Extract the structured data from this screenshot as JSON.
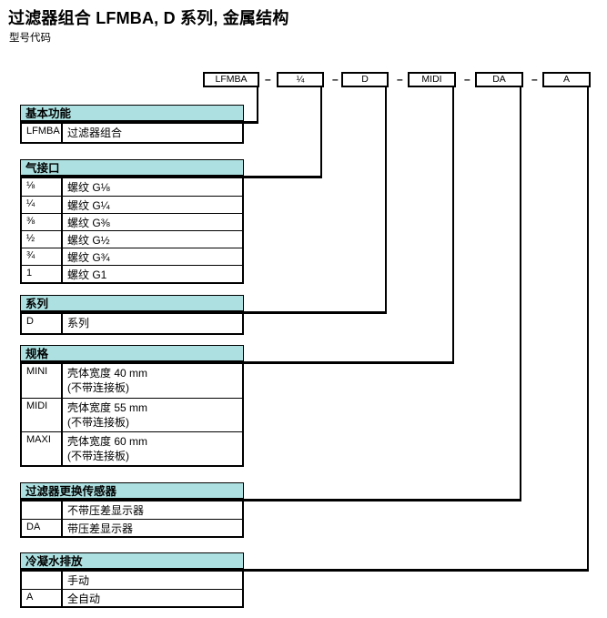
{
  "page": {
    "title": "过滤器组合 LFMBA, D 系列, 金属结构",
    "subtitle": "型号代码"
  },
  "code": {
    "separator": "–",
    "boxes": [
      "LFMBA",
      "¼",
      "D",
      "MIDI",
      "DA",
      "A"
    ]
  },
  "sections": [
    {
      "header": "基本功能",
      "rows": [
        {
          "code": "LFMBA",
          "desc": "过滤器组合"
        }
      ]
    },
    {
      "header": "气接口",
      "rows": [
        {
          "code": "⅛",
          "desc": "螺纹 G⅛"
        },
        {
          "code": "¼",
          "desc": "螺纹 G¼"
        },
        {
          "code": "⅜",
          "desc": "螺纹 G⅜"
        },
        {
          "code": "½",
          "desc": "螺纹 G½"
        },
        {
          "code": "¾",
          "desc": "螺纹 G¾"
        },
        {
          "code": "1",
          "desc": "螺纹 G1"
        }
      ]
    },
    {
      "header": "系列",
      "rows": [
        {
          "code": "D",
          "desc": "系列"
        }
      ]
    },
    {
      "header": "规格",
      "rows": [
        {
          "code": "MINI",
          "desc": "壳体宽度 40 mm",
          "desc2": "(不带连接板)"
        },
        {
          "code": "MIDI",
          "desc": "壳体宽度 55 mm",
          "desc2": "(不带连接板)"
        },
        {
          "code": "MAXI",
          "desc": "壳体宽度 60 mm",
          "desc2": "(不带连接板)"
        }
      ]
    },
    {
      "header": "过滤器更换传感器",
      "rows": [
        {
          "code": "",
          "desc": "不带压差显示器"
        },
        {
          "code": "DA",
          "desc": "带压差显示器"
        }
      ]
    },
    {
      "header": "冷凝水排放",
      "rows": [
        {
          "code": "",
          "desc": "手动"
        },
        {
          "code": "A",
          "desc": "全自动"
        }
      ]
    }
  ],
  "colors": {
    "header_fill": "#ade1e1",
    "line_color": "#000000"
  }
}
